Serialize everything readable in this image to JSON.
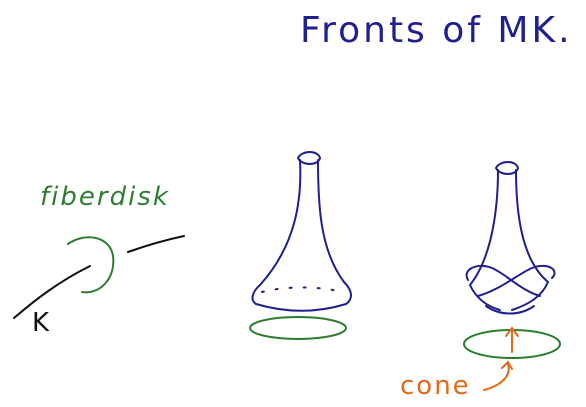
{
  "title": "Fronts of MK.",
  "labels": {
    "fiberdisk": "fiberdisk",
    "knot": "K",
    "cone": "cone"
  },
  "colors": {
    "blue": "#1f1f8f",
    "green": "#2e7d32",
    "orange": "#e06a1b",
    "black": "#111111"
  }
}
